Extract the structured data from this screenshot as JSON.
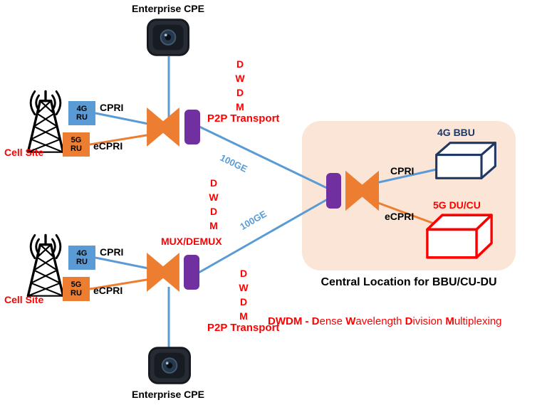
{
  "colors": {
    "line_blue": "#5B9BD5",
    "orange": "#ED7D31",
    "purple": "#7030A0",
    "red": "#FF0000",
    "navy": "#1F3864",
    "panel_peach": "#FBE5D6"
  },
  "top_cpe": {
    "label": "Enterprise CPE"
  },
  "bottom_cpe": {
    "label": "Enterprise CPE"
  },
  "top_site": {
    "label": "Cell Site",
    "ru_4g": "4G\nRU",
    "ru_5g": "5G\nRU",
    "cpri": "CPRI",
    "ecpri": "eCPRI"
  },
  "bottom_site": {
    "label": "Cell Site",
    "ru_4g": "4G\nRU",
    "ru_5g": "5G\nRU",
    "cpri": "CPRI",
    "ecpri": "eCPRI"
  },
  "top_mux": {
    "dwdm": "D\nW\nD\nM",
    "p2p": "P2P Transport"
  },
  "mid_labels": {
    "dwdm": "D\nW\nD\nM",
    "mux_demux": "MUX/DEMUX"
  },
  "bottom_mux": {
    "dwdm": "D\nW\nD\nM",
    "p2p": "P2P Transport"
  },
  "links": {
    "top_100ge": "100GE",
    "bottom_100ge": "100GE"
  },
  "central": {
    "cpri": "CPRI",
    "ecpri": "eCPRI",
    "bbu_label": "4G BBU",
    "du_label": "5G DU/CU",
    "caption": "Central Location for BBU/CU-DU"
  },
  "legend": {
    "prefix": "DWDM - ",
    "words": [
      {
        "initial": "D",
        "rest": "ense "
      },
      {
        "initial": "W",
        "rest": "avelength "
      },
      {
        "initial": "D",
        "rest": "ivision "
      },
      {
        "initial": "M",
        "rest": "ultiplexing"
      }
    ]
  }
}
